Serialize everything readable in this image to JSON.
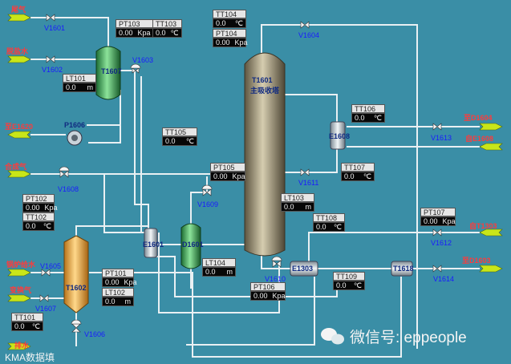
{
  "colors": {
    "background": "#3a8ea6",
    "pipe": "#e9f0f3",
    "label_text": "#ff3b3b",
    "tag_text": "#1a1aff",
    "inlet_arrow": "#c8e619"
  },
  "streams": {
    "tail_gas": "尾气",
    "desalted_water": "脱盐水",
    "to_e1620": "至E1620",
    "syngas": "合成气",
    "boiler_feed": "锅炉给水",
    "process_gas": "变换气",
    "drain": "排水",
    "to_d1604": "至D1604",
    "from_e1608": "自E1608",
    "from_t1303": "自T1303",
    "to_d1603": "至D1603"
  },
  "valves": {
    "v1601": "V1601",
    "v1602": "V1602",
    "v1603": "V1603",
    "v1604": "V1604",
    "v1605": "V1605",
    "v1606": "V1606",
    "v1607": "V1607",
    "v1608": "V1608",
    "v1609": "V1609",
    "v1610": "V1610",
    "v1611": "V1611",
    "v1612": "V1612",
    "v1613": "V1613",
    "v1614": "V1614"
  },
  "equipment": {
    "t1601": "T1601",
    "t1601_desc": "主吸收塔",
    "t1607": "T1607",
    "t1602": "T1602",
    "p1606": "P1606",
    "d1601": "D1601",
    "e1601": "E1601",
    "e1608": "E1608",
    "e1303": "E1303",
    "t1618": "T1618"
  },
  "instruments": {
    "pt103": {
      "label": "PT103",
      "value": "0.00",
      "unit": "Kpa"
    },
    "tt103": {
      "label": "TT103",
      "value": "0.0",
      "unit": "℃"
    },
    "lt101": {
      "label": "LT101",
      "value": "0.0",
      "unit": "m"
    },
    "tt104": {
      "label": "TT104",
      "value": "0.0",
      "unit": "℃"
    },
    "pt104": {
      "label": "PT104",
      "value": "0.00",
      "unit": "Kpa"
    },
    "tt105": {
      "label": "TT105",
      "value": "0.0",
      "unit": "℃"
    },
    "pt105": {
      "label": "PT105",
      "value": "0.00",
      "unit": "Kpa"
    },
    "tt106": {
      "label": "TT106",
      "value": "0.0",
      "unit": "℃"
    },
    "tt107": {
      "label": "TT107",
      "value": "0.0",
      "unit": "℃"
    },
    "lt103": {
      "label": "LT103",
      "value": "0.0",
      "unit": "m"
    },
    "pt102": {
      "label": "PT102",
      "value": "0.00",
      "unit": "Kpa"
    },
    "tt102": {
      "label": "TT102",
      "value": "0.0",
      "unit": "℃"
    },
    "pt107": {
      "label": "PT107",
      "value": "0.00",
      "unit": "Kpa"
    },
    "tt108": {
      "label": "TT108",
      "value": "0.0",
      "unit": "℃"
    },
    "lt104": {
      "label": "LT104",
      "value": "0.0",
      "unit": "m"
    },
    "pt101": {
      "label": "PT101",
      "value": "0.00",
      "unit": "Kpa"
    },
    "lt102": {
      "label": "LT102",
      "value": "0.0",
      "unit": "m"
    },
    "tt101": {
      "label": "TT101",
      "value": "0.0",
      "unit": "℃"
    },
    "pt106": {
      "label": "PT106",
      "value": "0.00",
      "unit": "Kpa"
    },
    "tt109": {
      "label": "TT109",
      "value": "0.0",
      "unit": "℃"
    }
  },
  "watermark": {
    "main": "微信号: eppeople",
    "corner": "KMA数据填"
  }
}
